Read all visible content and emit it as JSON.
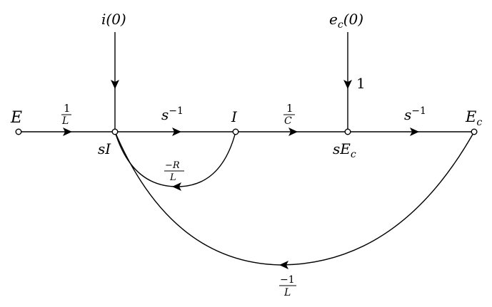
{
  "nodes": {
    "E": "E",
    "sI": "sI",
    "I": "I",
    "sEc": "sE",
    "sEc_sub": "c",
    "Ec": "E",
    "Ec_sub": "c"
  },
  "inputs": {
    "i0": "i(0)",
    "ec0_main": "e",
    "ec0_sub": "c",
    "ec0_arg": "(0)"
  },
  "gains": {
    "one_over_L": {
      "num": "1",
      "den": "L"
    },
    "s_inv_1": {
      "base": "s",
      "exp": "−1"
    },
    "one_over_C": {
      "num": "1",
      "den": "C"
    },
    "unity": "1",
    "s_inv_2": {
      "base": "s",
      "exp": "−1"
    },
    "minus_R_over_L": {
      "num": "−R",
      "den": "L"
    },
    "minus_1_over_L": {
      "num": "−1",
      "den": "L"
    }
  }
}
